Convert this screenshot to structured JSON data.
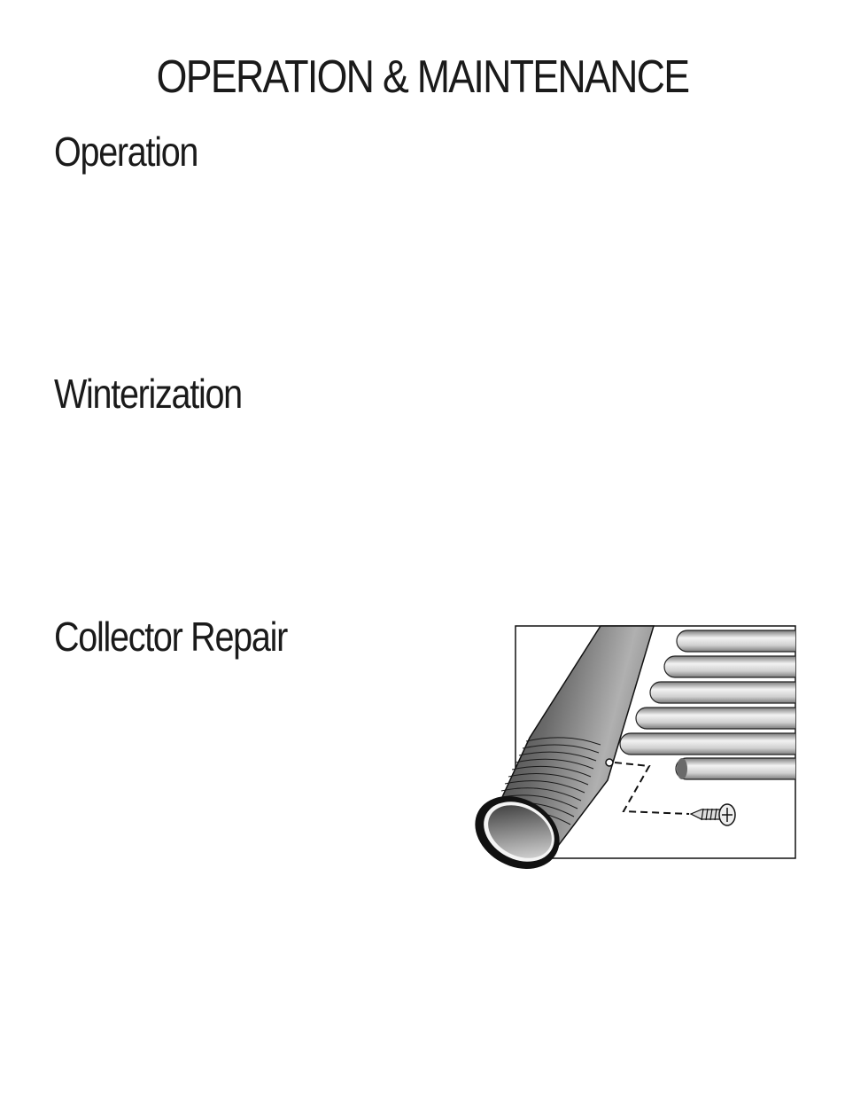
{
  "page": {
    "title": "OPERATION & MAINTENANCE"
  },
  "sections": [
    {
      "heading": "Operation"
    },
    {
      "heading": "Winterization"
    },
    {
      "heading": "Collector Repair"
    }
  ],
  "figure": {
    "icons": [
      "collector-header-pipe-icon",
      "collector-tubes-icon",
      "screw-icon",
      "dashed-path-icon"
    ],
    "colors": {
      "pipe_dark": "#3a3a3a",
      "pipe_light": "#9a9a9a",
      "tube_light": "#e6e6e6",
      "tube_dark": "#8c8c8c",
      "outline": "#111111"
    }
  }
}
